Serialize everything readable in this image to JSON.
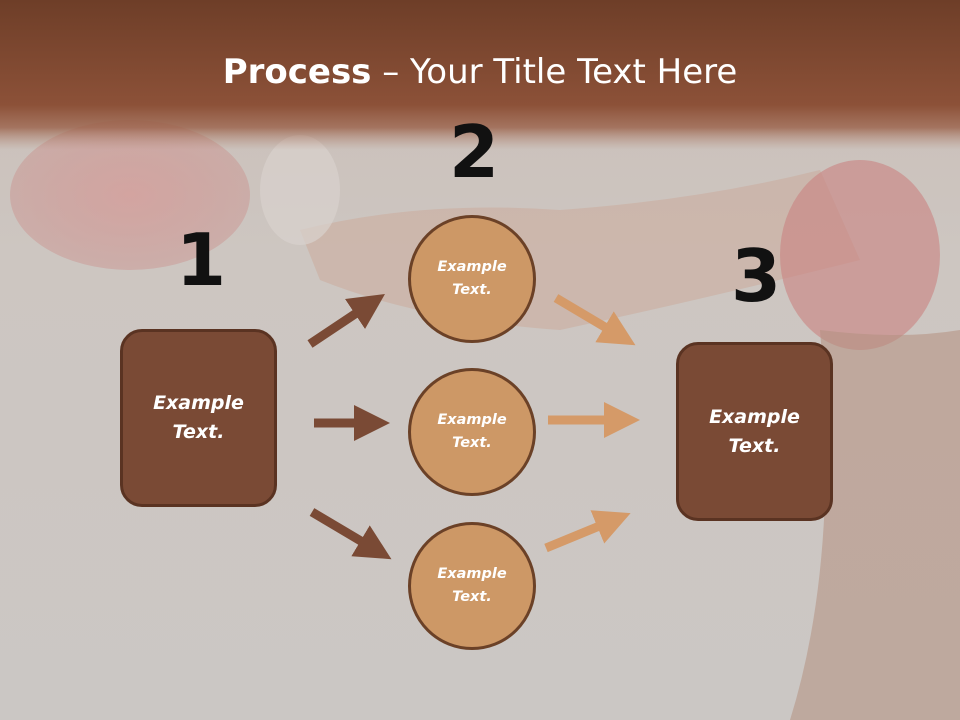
{
  "title": {
    "bold": "Process",
    "rest": " – Your Title Text Here"
  },
  "steps": {
    "one": "1",
    "two": "2",
    "three": "3"
  },
  "left_box": {
    "line1": "Example",
    "line2": "Text."
  },
  "right_box": {
    "line1": "Example",
    "line2": "Text."
  },
  "circles": [
    {
      "line1": "Example",
      "line2": "Text."
    },
    {
      "line1": "Example",
      "line2": "Text."
    },
    {
      "line1": "Example",
      "line2": "Text."
    }
  ],
  "colors": {
    "title_band": "#8c5138",
    "box_fill": "#7a4a35",
    "circle_fill": "#cd9866",
    "arrow_dark": "#7a4a35",
    "arrow_light": "#d59a68"
  }
}
